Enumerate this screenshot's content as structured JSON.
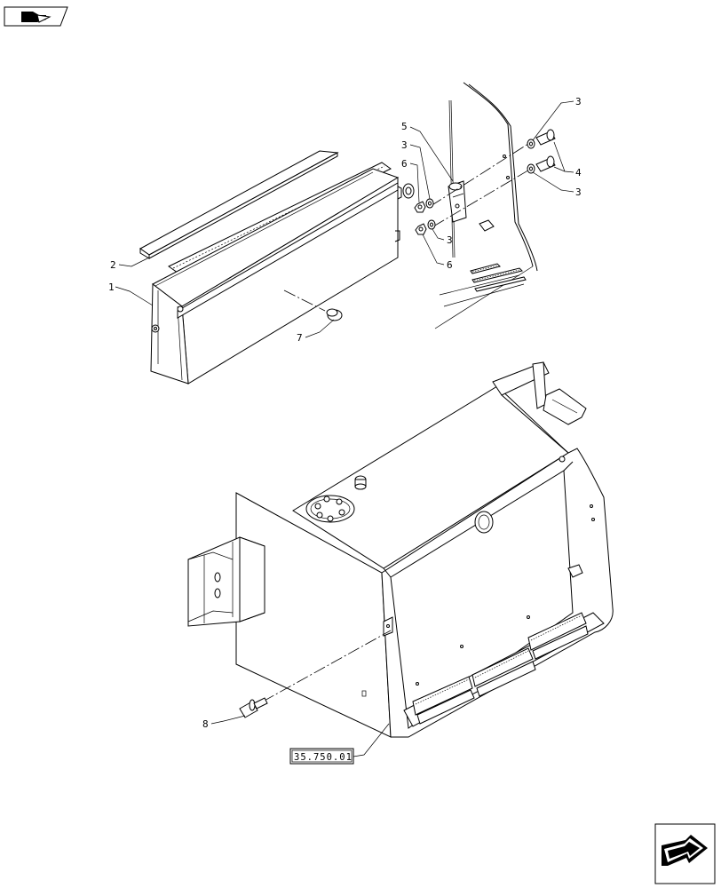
{
  "callouts": {
    "c1": "1",
    "c2": "2",
    "c3a": "3",
    "c3b": "3",
    "c3c": "3",
    "c3d": "3",
    "c4": "4",
    "c5": "5",
    "c6a": "6",
    "c6b": "6",
    "c7": "7",
    "c8": "8"
  },
  "reference_box": "35.750.01",
  "icons": {
    "top_left": "book-navigation-icon",
    "bottom_right": "next-page-arrow-icon"
  }
}
